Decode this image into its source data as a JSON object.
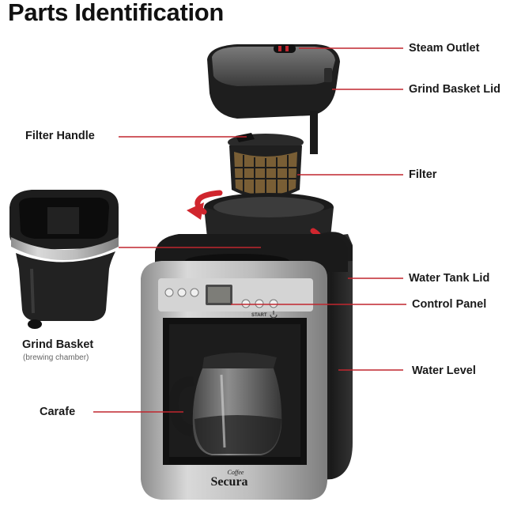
{
  "title": "Parts Identification",
  "colors": {
    "leader": "#c0262e",
    "text": "#1a1a1a",
    "steel": "#b7b7b7",
    "body": "#1c1c1c"
  },
  "labels": {
    "steam_outlet": "Steam Outlet",
    "grind_basket_lid": "Grind Basket Lid",
    "filter_handle": "Filter Handle",
    "filter": "Filter",
    "water_tank_lid": "Water Tank Lid",
    "control_panel": "Control Panel",
    "grind_basket": "Grind Basket",
    "grind_basket_note": "(brewing chamber)",
    "water_level": "Water Level",
    "carafe": "Carafe"
  },
  "panel": {
    "start_label": "START",
    "brand_small": "Coffee",
    "brand": "Secura"
  },
  "icons": [
    "rotation-arrow-icon",
    "steam-vent-icon",
    "power-icon"
  ]
}
